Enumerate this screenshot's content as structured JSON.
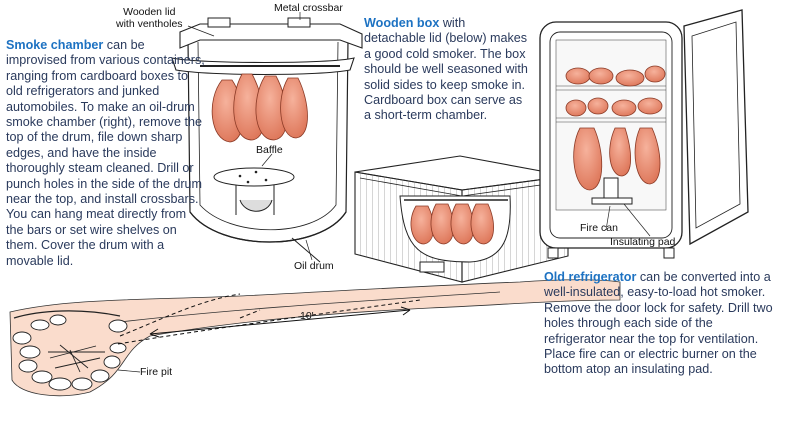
{
  "labels": {
    "wooden_lid_line1": "Wooden lid",
    "wooden_lid_line2": "with ventholes",
    "metal_crossbar": "Metal crossbar",
    "baffle": "Baffle",
    "oil_drum": "Oil drum",
    "distance": "10'",
    "fire_pit": "Fire pit",
    "fire_can": "Fire can",
    "insulating_pad": "Insulating pad"
  },
  "smoke_chamber": {
    "title": "Smoke chamber",
    "body": " can be improvised from various containers, ranging from cardboard boxes to old refrigerators and junked automobiles. To make an oil-drum smoke chamber (right), remove the top of the drum, file down sharp edges, and have the inside thoroughly steam cleaned. Drill or punch holes in the side of the drum near the top, and install crossbars. You can hang meat directly from the bars or set wire shelves on them. Cover the drum with a movable lid."
  },
  "wooden_box": {
    "title": "Wooden box",
    "body": " with detachable lid (below) makes a good cold smoker. The box should be well seasoned with solid sides to keep smoke in. Cardboard box can serve as a short-term chamber."
  },
  "old_refrigerator": {
    "title": "Old refrigerator",
    "body": " can be converted into a well-insulated, easy-to-load hot smoker. Remove the door lock for safety. Drill two holes through each side of the refrigerator near the top for ventilation. Place fire can or electric burner on the bottom atop an insulating pad."
  },
  "colors": {
    "heading": "#1d72c2",
    "body_text": "#2a3a5c",
    "meat": "#e9866c",
    "ground": "#fadccc",
    "outline": "#1a1a1a"
  }
}
